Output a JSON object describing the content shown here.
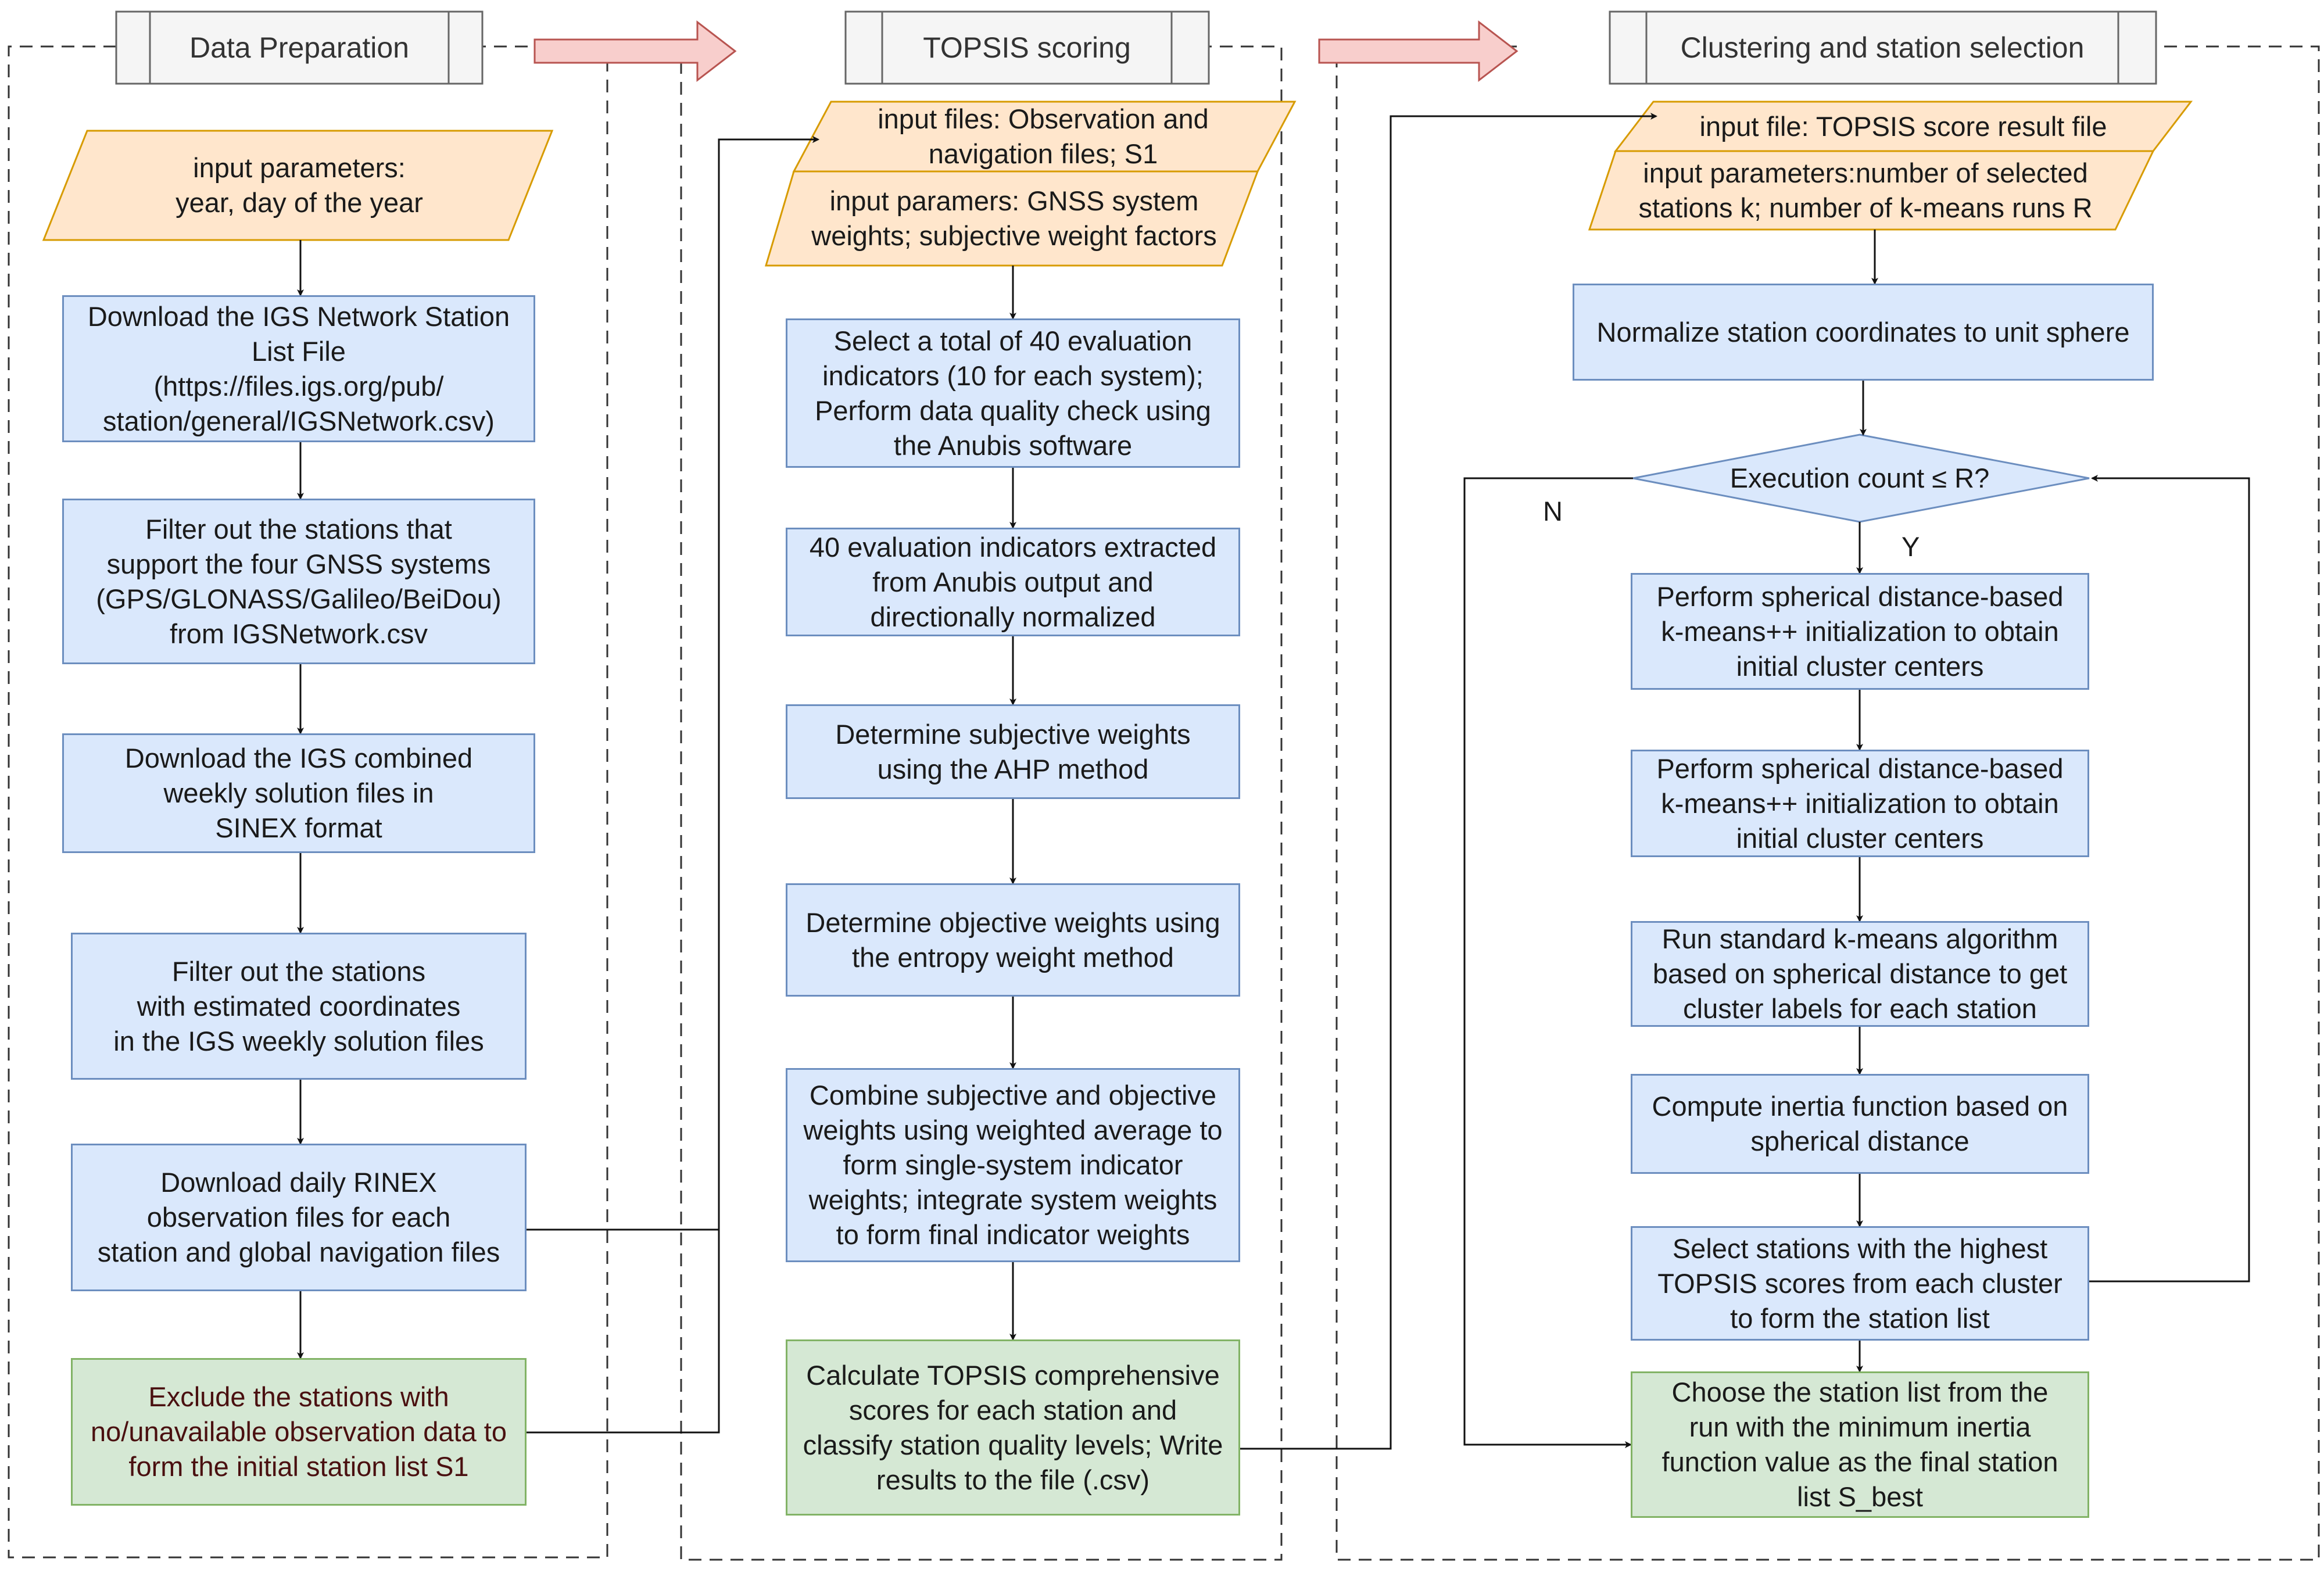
{
  "sections": {
    "data_preparation": "Data Preparation",
    "topsis_scoring": "TOPSIS scoring",
    "clustering": "Clustering and station selection"
  },
  "col1": {
    "input": "input parameters:\nyear, day of the year",
    "step1": "Download the IGS Network Station\nList File\n(https://files.igs.org/pub/\nstation/general/IGSNetwork.csv)",
    "step2": "Filter out the stations that\nsupport the four GNSS systems\n(GPS/GLONASS/Galileo/BeiDou)\nfrom IGSNetwork.csv",
    "step3": "Download the IGS combined\nweekly solution files in\nSINEX format",
    "step4": "Filter out the stations\nwith estimated coordinates\nin the IGS weekly solution files",
    "step5": "Download daily RINEX\nobservation files for each\nstation and global navigation files",
    "result": "Exclude the stations with\nno/unavailable observation data to\nform the initial station list S1"
  },
  "col2": {
    "input_files": "input files: Observation and\nnavigation files; S1",
    "input_params": "input paramers: GNSS system\nweights; subjective weight factors",
    "step1": "Select a total of 40 evaluation\nindicators (10 for each system);\nPerform data quality check using\nthe Anubis software",
    "step2": "40 evaluation indicators extracted\nfrom Anubis output and\ndirectionally normalized",
    "step3": "Determine subjective weights\nusing the AHP method",
    "step4": "Determine objective weights using\nthe entropy weight method",
    "step5": "Combine subjective and objective\nweights using weighted average to\nform single-system indicator\nweights; integrate system weights\nto form final indicator weights",
    "result": "Calculate TOPSIS comprehensive\nscores for each station and\nclassify station quality levels; Write\nresults to the file (.csv)"
  },
  "col3": {
    "input_file": "input file: TOPSIS score result file",
    "input_params": "input parameters:number of selected\nstations k; number of k-means runs R",
    "normalize": "Normalize station coordinates to unit sphere",
    "decision": "Execution count ≤ R?",
    "label_no": "N",
    "label_yes": "Y",
    "step1": "Perform spherical distance-based\nk-means++ initialization to obtain\ninitial cluster centers",
    "step2": "Perform spherical distance-based\nk-means++ initialization to obtain\ninitial cluster centers",
    "step3": "Run standard k-means algorithm\nbased on spherical distance to get\ncluster labels for each station",
    "step4": "Compute inertia function based on\nspherical distance",
    "step5": "Select stations with the highest\nTOPSIS scores from each cluster\nto form the station list",
    "result": "Choose the station list from the\nrun with the minimum inertia\nfunction value as the final station\nlist S_best"
  },
  "colors": {
    "process_fill": "#dae8fc",
    "process_stroke": "#6c8ebf",
    "io_fill": "#ffe6cc",
    "io_stroke": "#d79b00",
    "result_fill": "#d5e8d4",
    "result_stroke": "#82b366",
    "arrow_fill": "#f8cecc",
    "arrow_stroke": "#b85450"
  }
}
